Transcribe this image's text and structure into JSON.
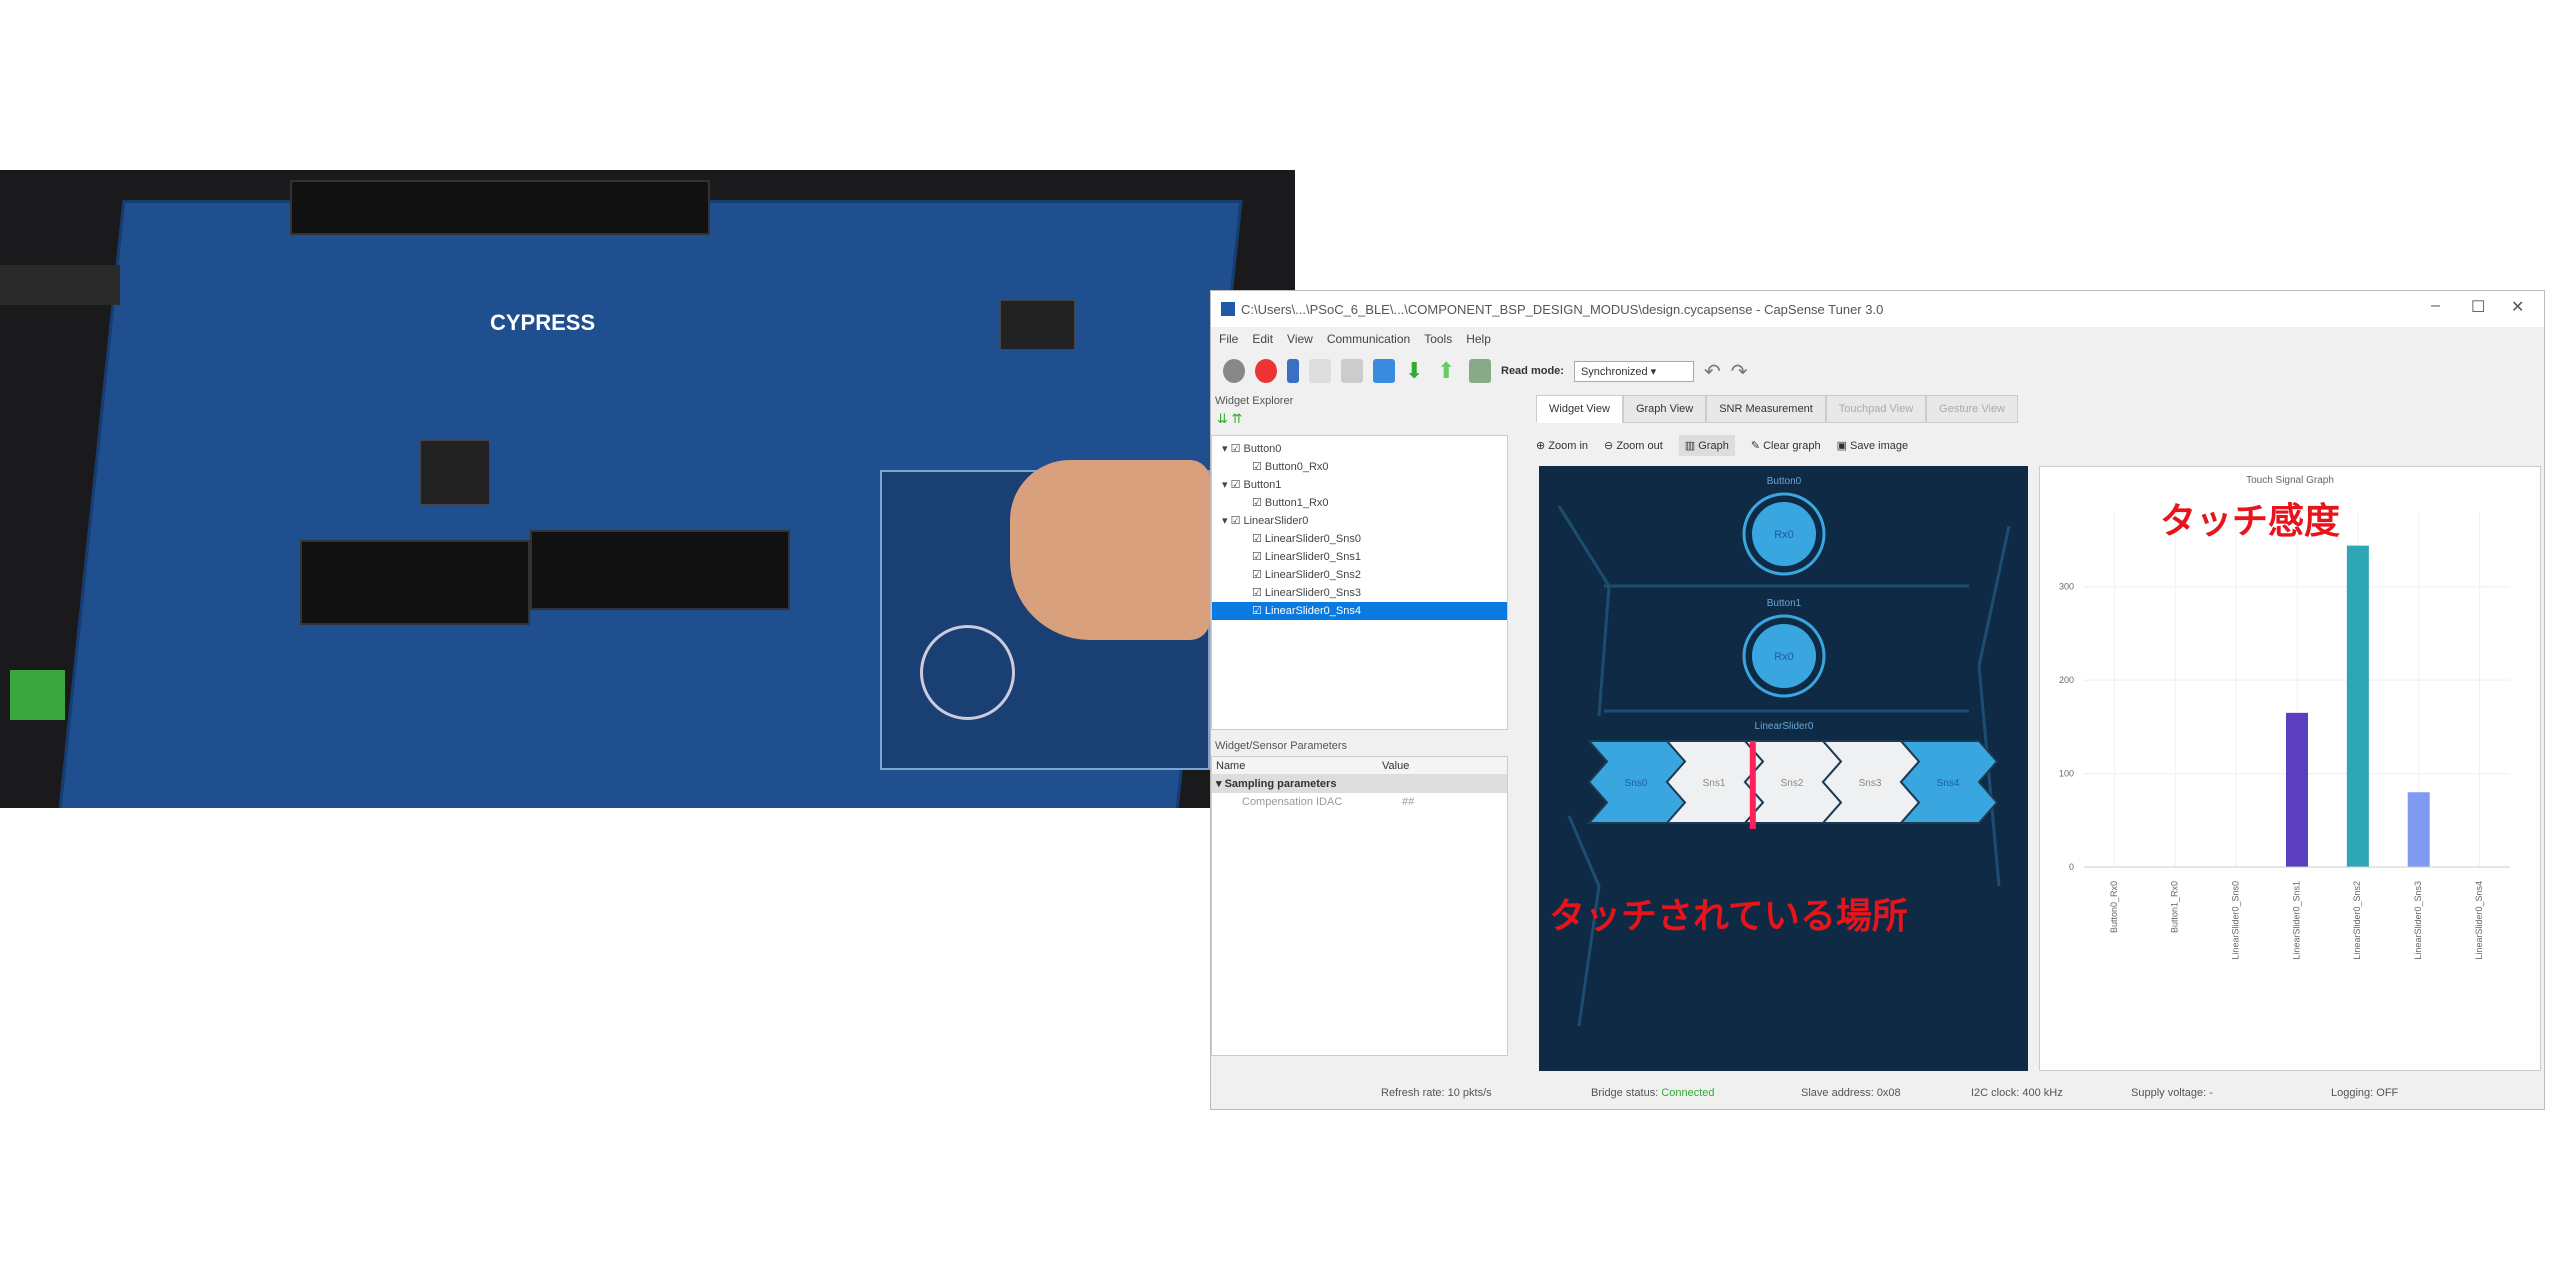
{
  "window": {
    "title": "C:\\Users\\...\\PSoC_6_BLE\\...\\COMPONENT_BSP_DESIGN_MODUS\\design.cycapsense - CapSense Tuner 3.0"
  },
  "menu": [
    "File",
    "Edit",
    "View",
    "Communication",
    "Tools",
    "Help"
  ],
  "toolbar": {
    "read_mode_label": "Read mode:",
    "read_mode_value": "Synchronized"
  },
  "widget_explorer": {
    "title": "Widget Explorer",
    "items": [
      {
        "label": "Button0",
        "level": 0,
        "selected": false
      },
      {
        "label": "Button0_Rx0",
        "level": 1,
        "selected": false
      },
      {
        "label": "Button1",
        "level": 0,
        "selected": false
      },
      {
        "label": "Button1_Rx0",
        "level": 1,
        "selected": false
      },
      {
        "label": "LinearSlider0",
        "level": 0,
        "selected": false
      },
      {
        "label": "LinearSlider0_Sns0",
        "level": 1,
        "selected": false
      },
      {
        "label": "LinearSlider0_Sns1",
        "level": 1,
        "selected": false
      },
      {
        "label": "LinearSlider0_Sns2",
        "level": 1,
        "selected": false
      },
      {
        "label": "LinearSlider0_Sns3",
        "level": 1,
        "selected": false
      },
      {
        "label": "LinearSlider0_Sns4",
        "level": 1,
        "selected": true
      }
    ]
  },
  "params": {
    "title": "Widget/Sensor Parameters",
    "col_name": "Name",
    "col_value": "Value",
    "group": "Sampling parameters",
    "row_name": "Compensation IDAC",
    "row_value": "##"
  },
  "tabs": [
    {
      "label": "Widget View",
      "active": true
    },
    {
      "label": "Graph View"
    },
    {
      "label": "SNR Measurement"
    },
    {
      "label": "Touchpad View",
      "disabled": true
    },
    {
      "label": "Gesture View",
      "disabled": true
    }
  ],
  "subtoolbar": [
    "Zoom in",
    "Zoom out",
    "Graph",
    "Clear graph",
    "Save image"
  ],
  "widget_view": {
    "button0": "Button0",
    "button1": "Button1",
    "btn_text": "Rx0",
    "slider": "LinearSlider0",
    "segments": [
      "Sns0",
      "Sns1",
      "Sns2",
      "Sns3",
      "Sns4"
    ],
    "touch_position": 0.42
  },
  "annotations": {
    "touched": "タッチされている場所",
    "sensitivity": "タッチ感度"
  },
  "chart_data": {
    "type": "bar",
    "title": "Touch Signal Graph",
    "categories": [
      "Button0_Rx0",
      "Button1_Rx0",
      "LinearSlider0_Sns0",
      "LinearSlider0_Sns1",
      "LinearSlider0_Sns2",
      "LinearSlider0_Sns3",
      "LinearSlider0_Sns4"
    ],
    "values": [
      0,
      0,
      0,
      165,
      344,
      80,
      0
    ],
    "colors": [
      "#5a3fbf",
      "#5a3fbf",
      "#5a3fbf",
      "#5a3fbf",
      "#2ea6b5",
      "#7f9af0",
      "#5a3fbf"
    ],
    "yticks": [
      "0",
      "100",
      "200",
      "300"
    ],
    "ylim": [
      0,
      380
    ],
    "grid": true
  },
  "status": {
    "refresh": "Refresh rate: 10 pkts/s",
    "bridge_label": "Bridge status:",
    "bridge_value": "Connected",
    "slave": "Slave address: 0x08",
    "i2c": "I2C clock: 400 kHz",
    "supply": "Supply voltage: -",
    "logging": "Logging: OFF"
  }
}
